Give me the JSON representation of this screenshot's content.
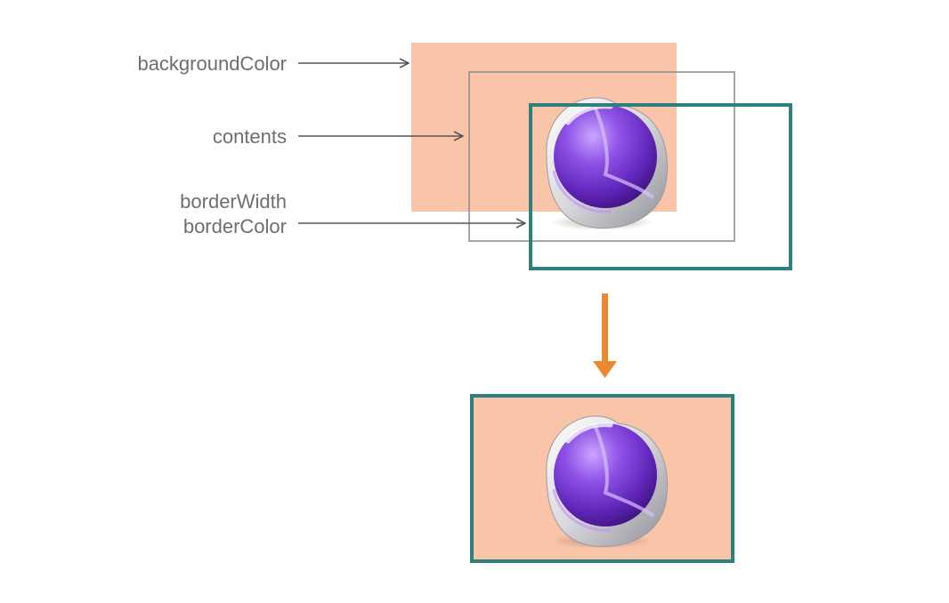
{
  "labels": {
    "background_color": "backgroundColor",
    "contents": "contents",
    "border_width": "borderWidth",
    "border_color": "borderColor"
  },
  "colors": {
    "background": "#f9c4a8",
    "border": "#2e807c",
    "contents_outline": "#8a8a8a",
    "pointer_arrow": "#555555",
    "result_arrow": "#e98a30",
    "sphere": "#7f3fd6"
  },
  "icons": {
    "layer_contents": "purple-sphere-app-icon",
    "result_arrow": "arrow-down-icon"
  }
}
